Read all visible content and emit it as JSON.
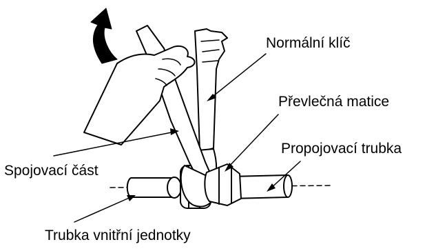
{
  "labels": {
    "standard_wrench": "Normální klíč",
    "flare_nut": "Převlečná matice",
    "connecting_pipe": "Propojovací trubka",
    "joint_part": "Spojovací část",
    "indoor_unit_pipe": "Trubka vnitřní jednotky"
  },
  "colors": {
    "line": "#000000",
    "background": "#ffffff"
  },
  "icons": {
    "rotation_arrow": "curved-arrow-icon"
  }
}
